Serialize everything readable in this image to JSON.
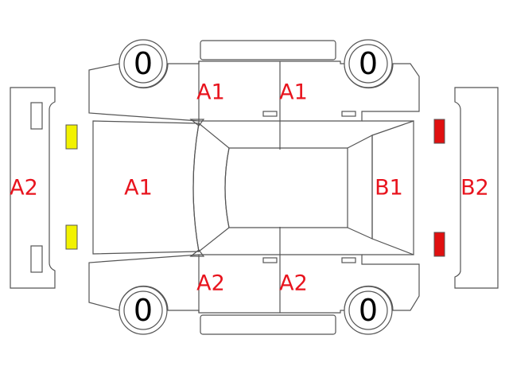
{
  "colors": {
    "label": "#e8141e",
    "outline": "#555555",
    "tire_text": "#000000",
    "front_lamp": "#f2f200",
    "rear_lamp": "#e01010"
  },
  "areas": {
    "left_front_door": "A1",
    "left_rear_door": "A1",
    "hood": "A1",
    "front_bumper": "A2",
    "right_front_door": "A2",
    "right_rear_door": "A2",
    "rear_glass": "B1",
    "rear_bumper": "B2"
  },
  "tires": {
    "front_left": "0",
    "rear_left": "0",
    "front_right": "0",
    "rear_right": "0"
  },
  "icons": [
    "front-lamp-icon",
    "rear-lamp-icon",
    "tire-icon",
    "side-mirror-icon",
    "door-handle-icon"
  ]
}
